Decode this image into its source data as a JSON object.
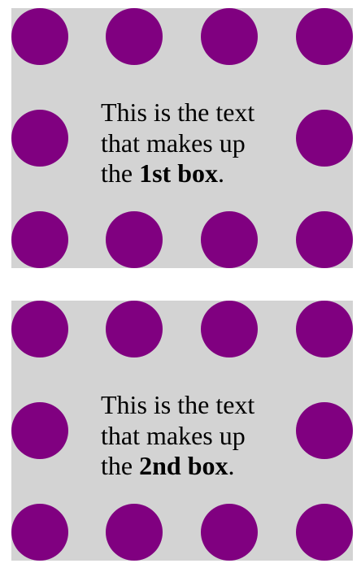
{
  "colors": {
    "box_background": "#d3d3d3",
    "dot": "#800080",
    "text": "#000000"
  },
  "boxes": [
    {
      "text_line1": "This is the text",
      "text_line2": "that makes up",
      "text_prefix": "the ",
      "text_bold": "1st box",
      "text_suffix": "."
    },
    {
      "text_line1": "This is the text",
      "text_line2": "that makes up",
      "text_prefix": "the ",
      "text_bold": "2nd box",
      "text_suffix": "."
    }
  ]
}
